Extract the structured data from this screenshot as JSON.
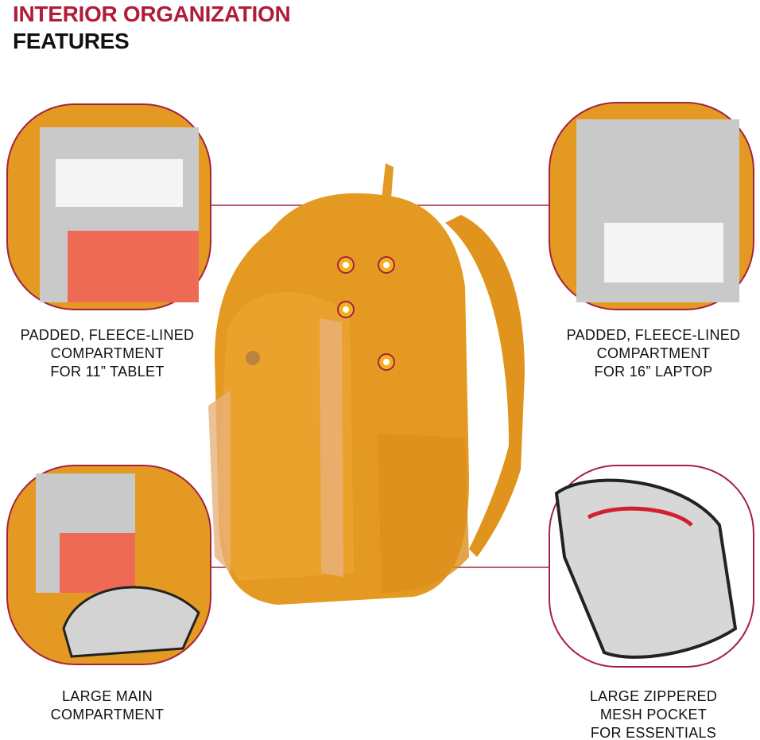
{
  "title": {
    "line1": "INTERIOR ORGANIZATION",
    "line2": "FEATURES"
  },
  "features": [
    {
      "lines": [
        "PADDED, FLEECE-LINED",
        "COMPARTMENT",
        "FOR 11” TABLET"
      ]
    },
    {
      "lines": [
        "PADDED, FLEECE-LINED",
        "COMPARTMENT",
        "FOR 16” LAPTOP"
      ]
    },
    {
      "lines": [
        "LARGE MAIN",
        "COMPARTMENT"
      ]
    },
    {
      "lines": [
        "LARGE ZIPPERED",
        "MESH POCKET",
        "FOR ESSENTIALS"
      ]
    }
  ],
  "colors": {
    "accent": "#b01c3a",
    "frame": "#a3233f",
    "backpack": "#e49a22",
    "hotspot": "#f2b01e"
  }
}
